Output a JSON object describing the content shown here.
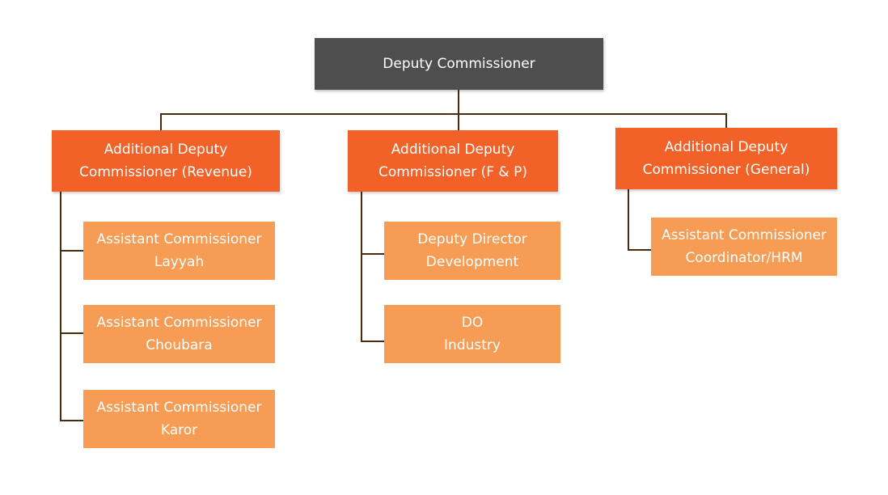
{
  "colors": {
    "root": "#4e4e4e",
    "level1": "#f26127",
    "level2": "#f79c55",
    "connector": "#4a2a10",
    "text": "#ffffff"
  },
  "root": {
    "line1": "Deputy Commissioner"
  },
  "branches": [
    {
      "head": {
        "line1": "Additional Deputy",
        "line2": "Commissioner (Revenue)"
      },
      "children": [
        {
          "line1": "Assistant Commissioner",
          "line2": "Layyah"
        },
        {
          "line1": "Assistant Commissioner",
          "line2": "Choubara"
        },
        {
          "line1": "Assistant Commissioner",
          "line2": "Karor"
        }
      ]
    },
    {
      "head": {
        "line1": "Additional Deputy",
        "line2": "Commissioner (F & P)"
      },
      "children": [
        {
          "line1": "Deputy Director",
          "line2": "Development"
        },
        {
          "line1": "DO",
          "line2": "Industry"
        }
      ]
    },
    {
      "head": {
        "line1": "Additional Deputy",
        "line2": "Commissioner (General)"
      },
      "children": [
        {
          "line1": "Assistant Commissioner",
          "line2": "Coordinator/HRM"
        }
      ]
    }
  ]
}
